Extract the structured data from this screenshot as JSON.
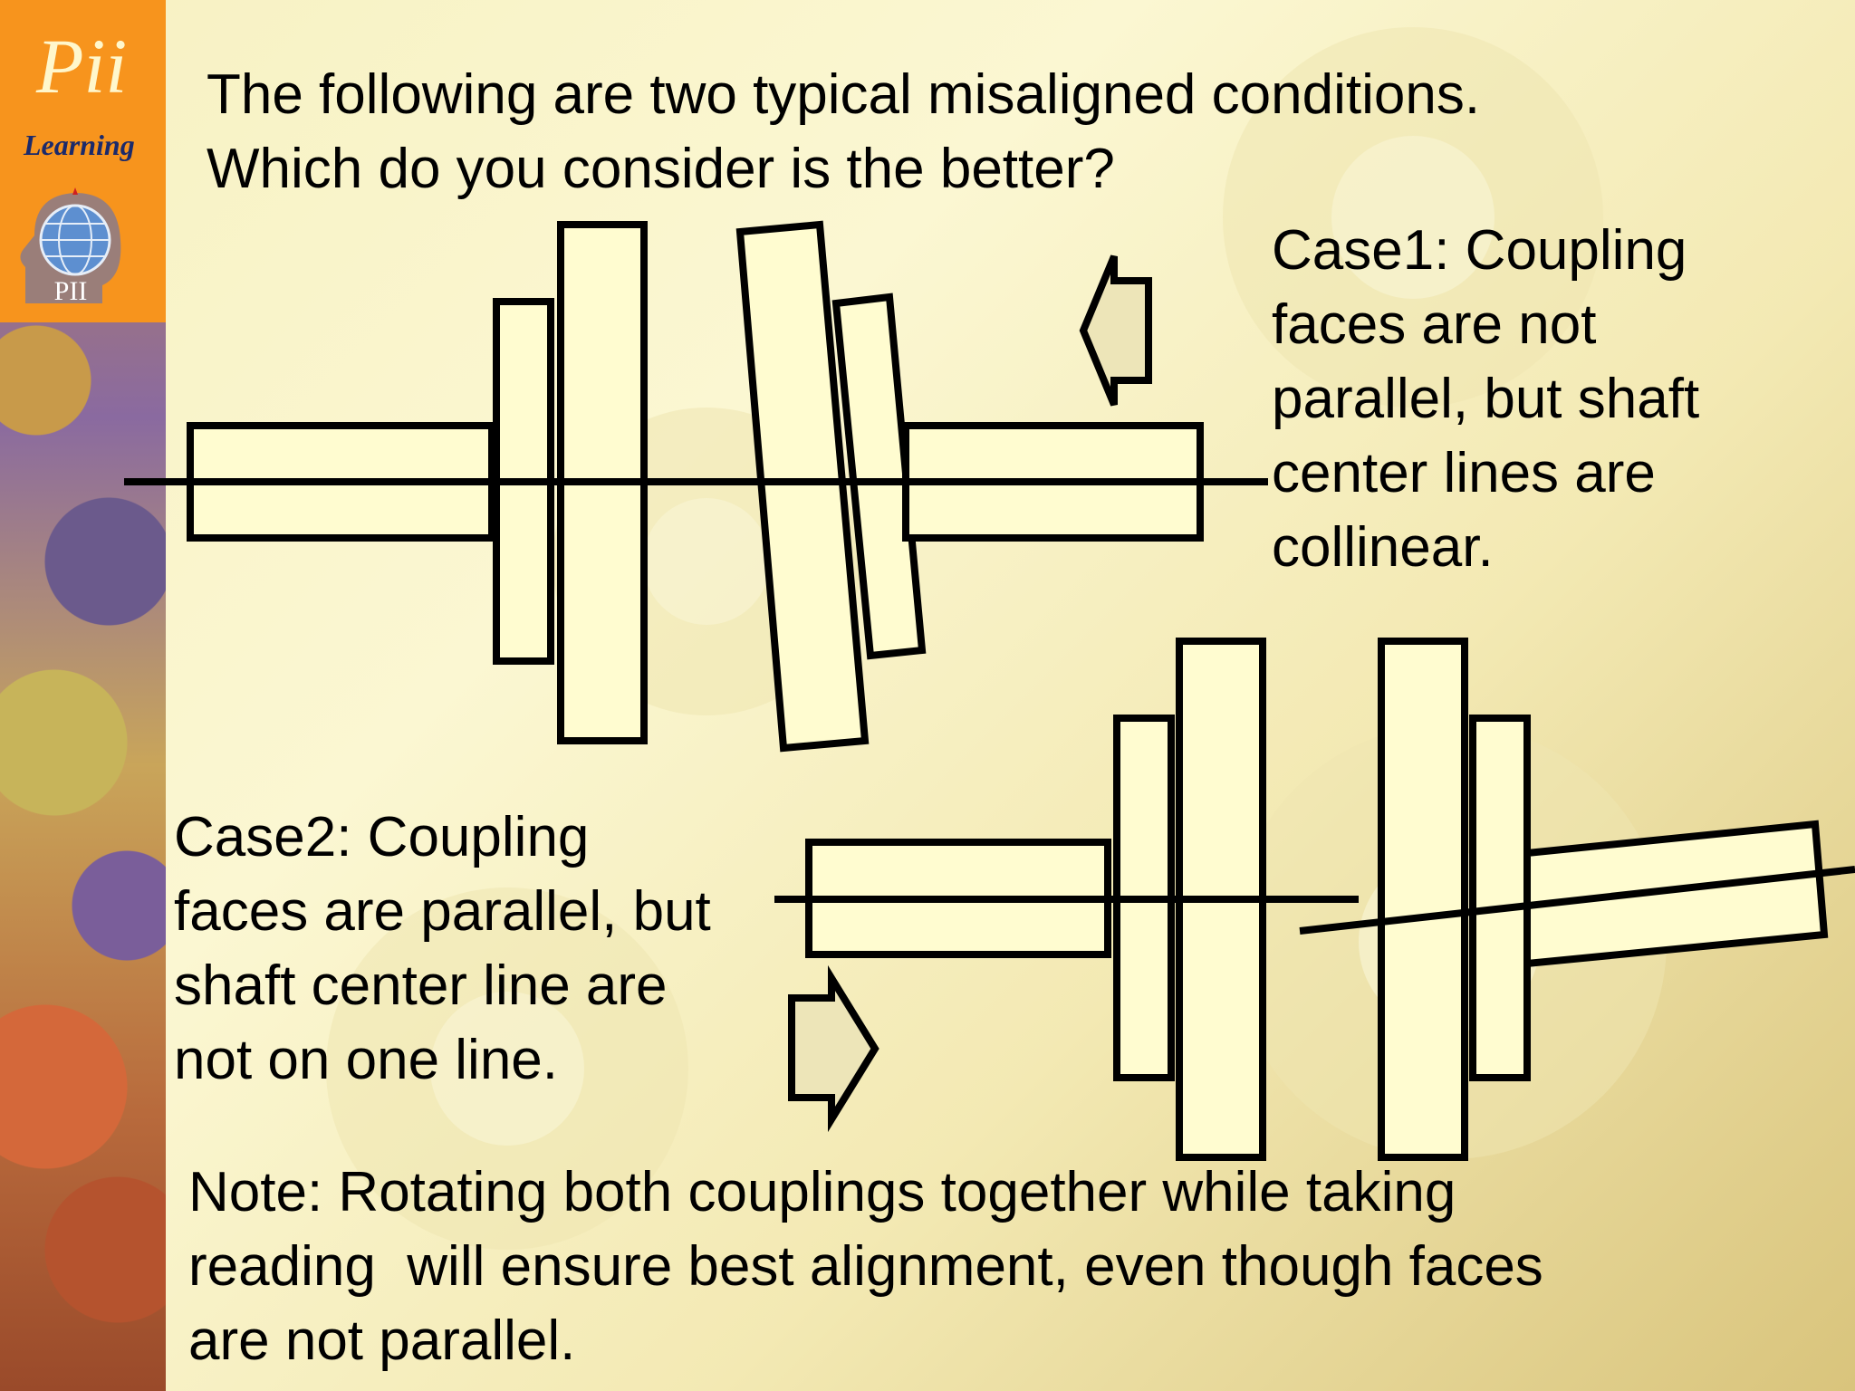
{
  "logo": {
    "brand": "Pii",
    "tagline": "Learning",
    "emblem_text": "PII",
    "colors": {
      "background": "#f7941d",
      "brand_text": "#fff7cc",
      "tagline_text": "#1b2a6b"
    }
  },
  "title": {
    "line1": "The following are two typical misaligned conditions.",
    "line2": "Which do you consider is the better?"
  },
  "case1": {
    "line1": "Case1: Coupling",
    "line2": "faces are not",
    "line3": "parallel, but shaft",
    "line4": "center lines are",
    "line5": "collinear."
  },
  "case2": {
    "line1": "Case2: Coupling",
    "line2": "faces are parallel, but",
    "line3": "shaft center line are",
    "line4": "not on one line."
  },
  "note": {
    "line1": "Note: Rotating both couplings together while taking",
    "line2": "reading  will ensure best alignment, even though faces",
    "line3": "are not parallel."
  },
  "colors": {
    "stroke": "#000000",
    "fill": "#fffcd0",
    "arrow_fill": "#ede5b8"
  }
}
